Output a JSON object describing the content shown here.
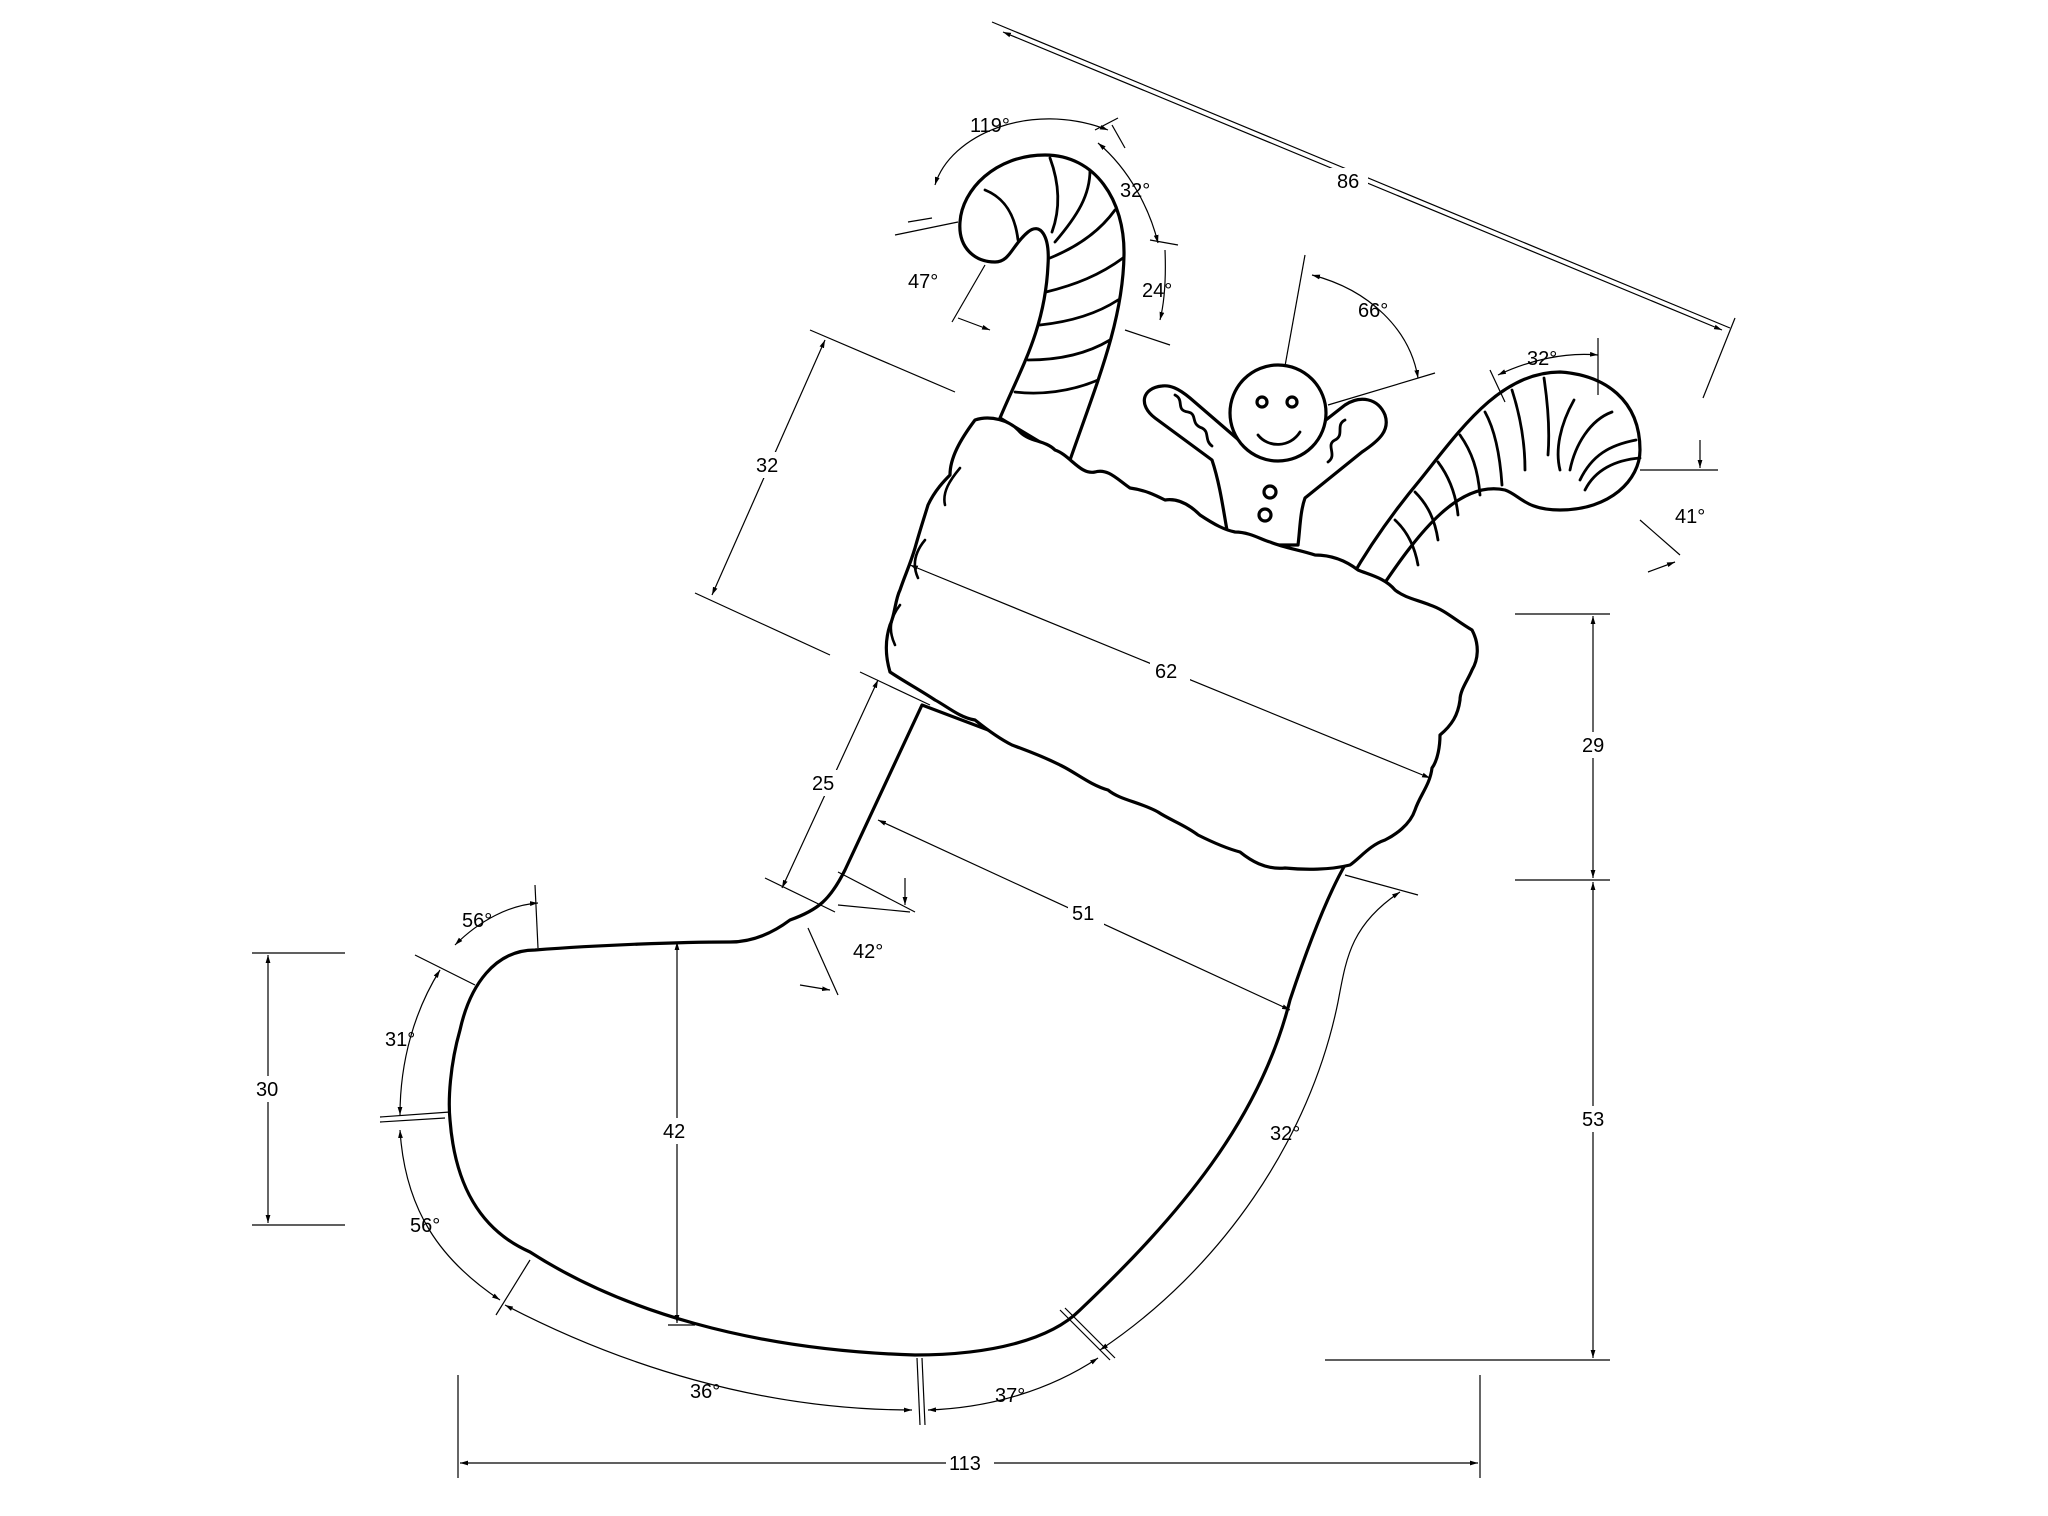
{
  "linear_dimensions": {
    "top_span": "86",
    "cuff_height": "32",
    "cuff_width": "62",
    "leg_segment": "25",
    "ankle_width": "51",
    "right_upper": "29",
    "right_lower": "53",
    "toe_height": "30",
    "foot_depth": "42",
    "overall_width": "113"
  },
  "angular_dimensions": {
    "left_cane_hook": "119°",
    "left_cane_tip": "47°",
    "left_cane_right_a": "32°",
    "left_cane_right_b": "24°",
    "gingerbread_tilt": "66°",
    "right_cane_top": "32°",
    "right_cane_tip": "41°",
    "heel_inner": "42°",
    "toe_top": "56°",
    "toe_front": "31°",
    "toe_bottom": "56°",
    "sole_left": "36°",
    "sole_right": "37°",
    "heel_arc": "32°"
  }
}
